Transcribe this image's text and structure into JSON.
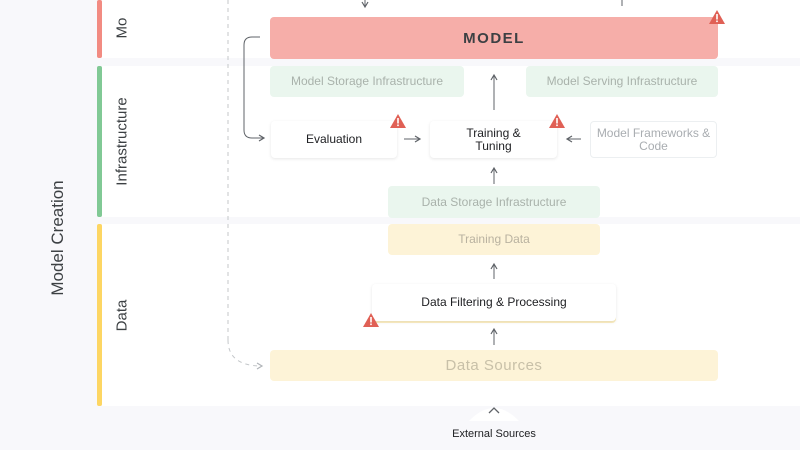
{
  "section_labels": {
    "model_creation": "Model Creation",
    "top_partial": "Mo",
    "infrastructure": "Infrastructure",
    "data": "Data"
  },
  "nodes": {
    "model": "MODEL",
    "model_storage_infrastructure": "Model Storage Infrastructure",
    "model_serving_infrastructure": "Model Serving Infrastructure",
    "evaluation": "Evaluation",
    "training_tuning": "Training & Tuning",
    "model_frameworks_code": "Model Frameworks & Code",
    "data_storage_infrastructure": "Data Storage Infrastructure",
    "training_data": "Training Data",
    "data_filtering_processing": "Data Filtering & Processing",
    "data_sources": "Data Sources",
    "external_sources": "External Sources"
  },
  "colors": {
    "top_stripe": "#f28b82",
    "infra_stripe": "#81c995",
    "data_stripe": "#fdd663",
    "model_fill": "#f6aea9",
    "warning": "#e06055"
  },
  "icons": {
    "warning": "warning-triangle-icon",
    "arrow": "arrow-icon",
    "chevron": "chevron-up-icon"
  }
}
